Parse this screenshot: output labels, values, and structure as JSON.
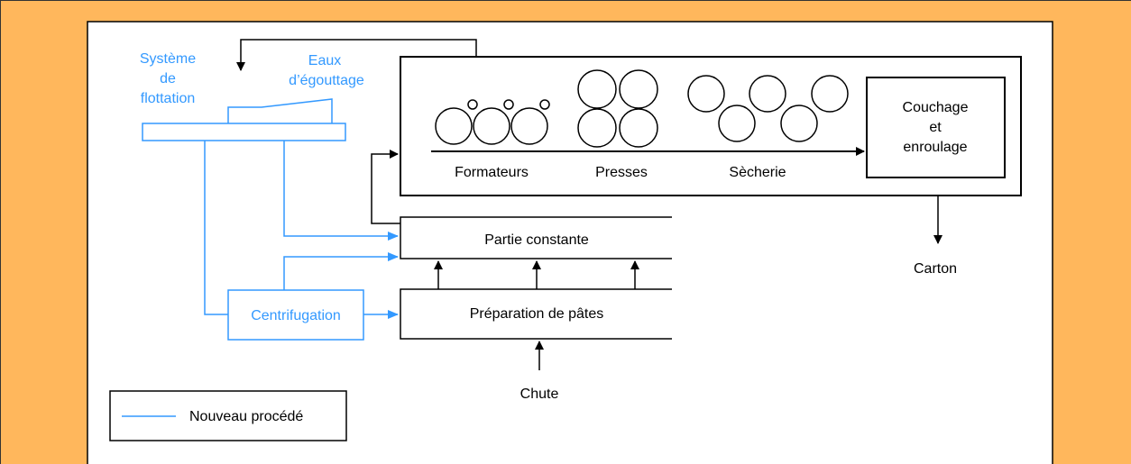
{
  "labels": {
    "flotation_line1": "Système",
    "flotation_line2": "de",
    "flotation_line3": "flottation",
    "eaux_line1": "Eaux",
    "eaux_line2": "d’égouttage",
    "couchage_line1": "Couchage",
    "couchage_line2": "et",
    "couchage_line3": "enroulage",
    "formateurs": "Formateurs",
    "presses": "Presses",
    "secherie": "Sècherie",
    "partie_constante": "Partie constante",
    "preparation": "Préparation de pâtes",
    "centrifugation": "Centrifugation",
    "carton": "Carton",
    "chute": "Chute",
    "legend": "Nouveau procédé"
  },
  "colors": {
    "background": "#FFB75C",
    "new_process": "#3399FF",
    "existing": "#000000"
  }
}
